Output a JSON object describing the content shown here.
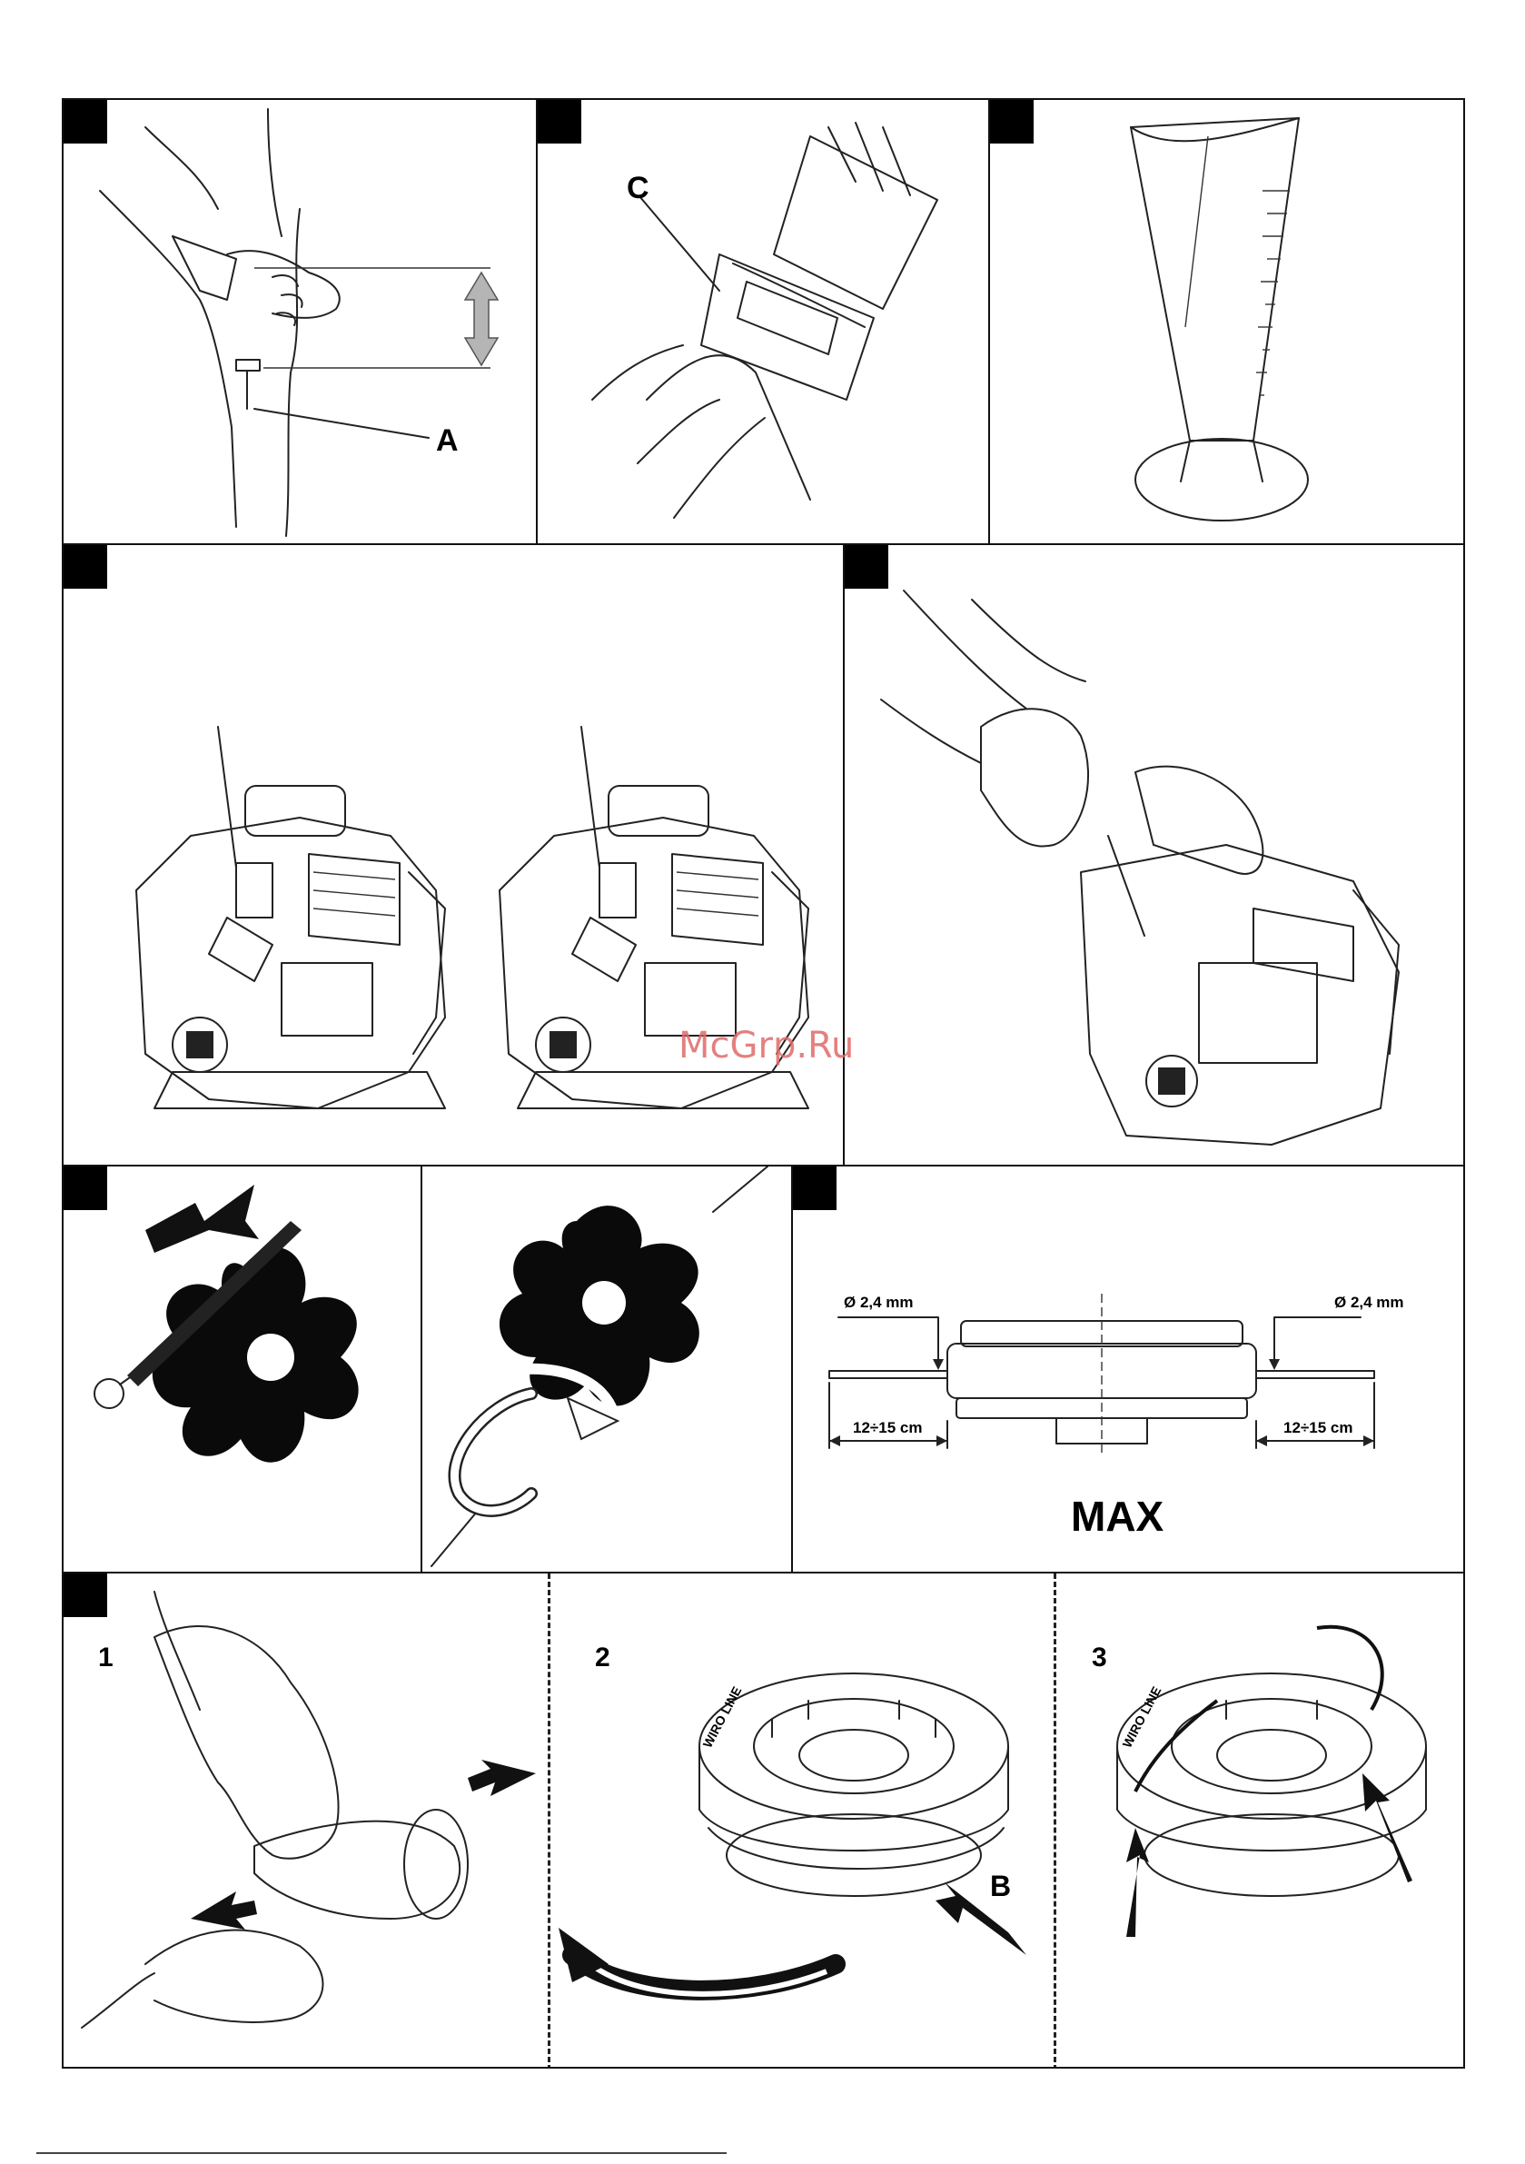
{
  "labels": {
    "belt_adjust_point": "A",
    "buckle_point": "C",
    "spool_notch_point": "B",
    "line_spec_left": "Ø 2,4 mm",
    "line_spec_right": "Ø 2,4 mm",
    "length_left": "12÷15 cm",
    "length_right": "12÷15 cm",
    "max_label": "MAX",
    "step_1": "1",
    "step_2": "2",
    "step_3": "3",
    "spool_brand_text": "WIRO LINE"
  },
  "watermark": "McGrp.Ru",
  "colors": {
    "ink": "#000000",
    "panel_border": "#111111",
    "watermark": "#e06a6a"
  }
}
